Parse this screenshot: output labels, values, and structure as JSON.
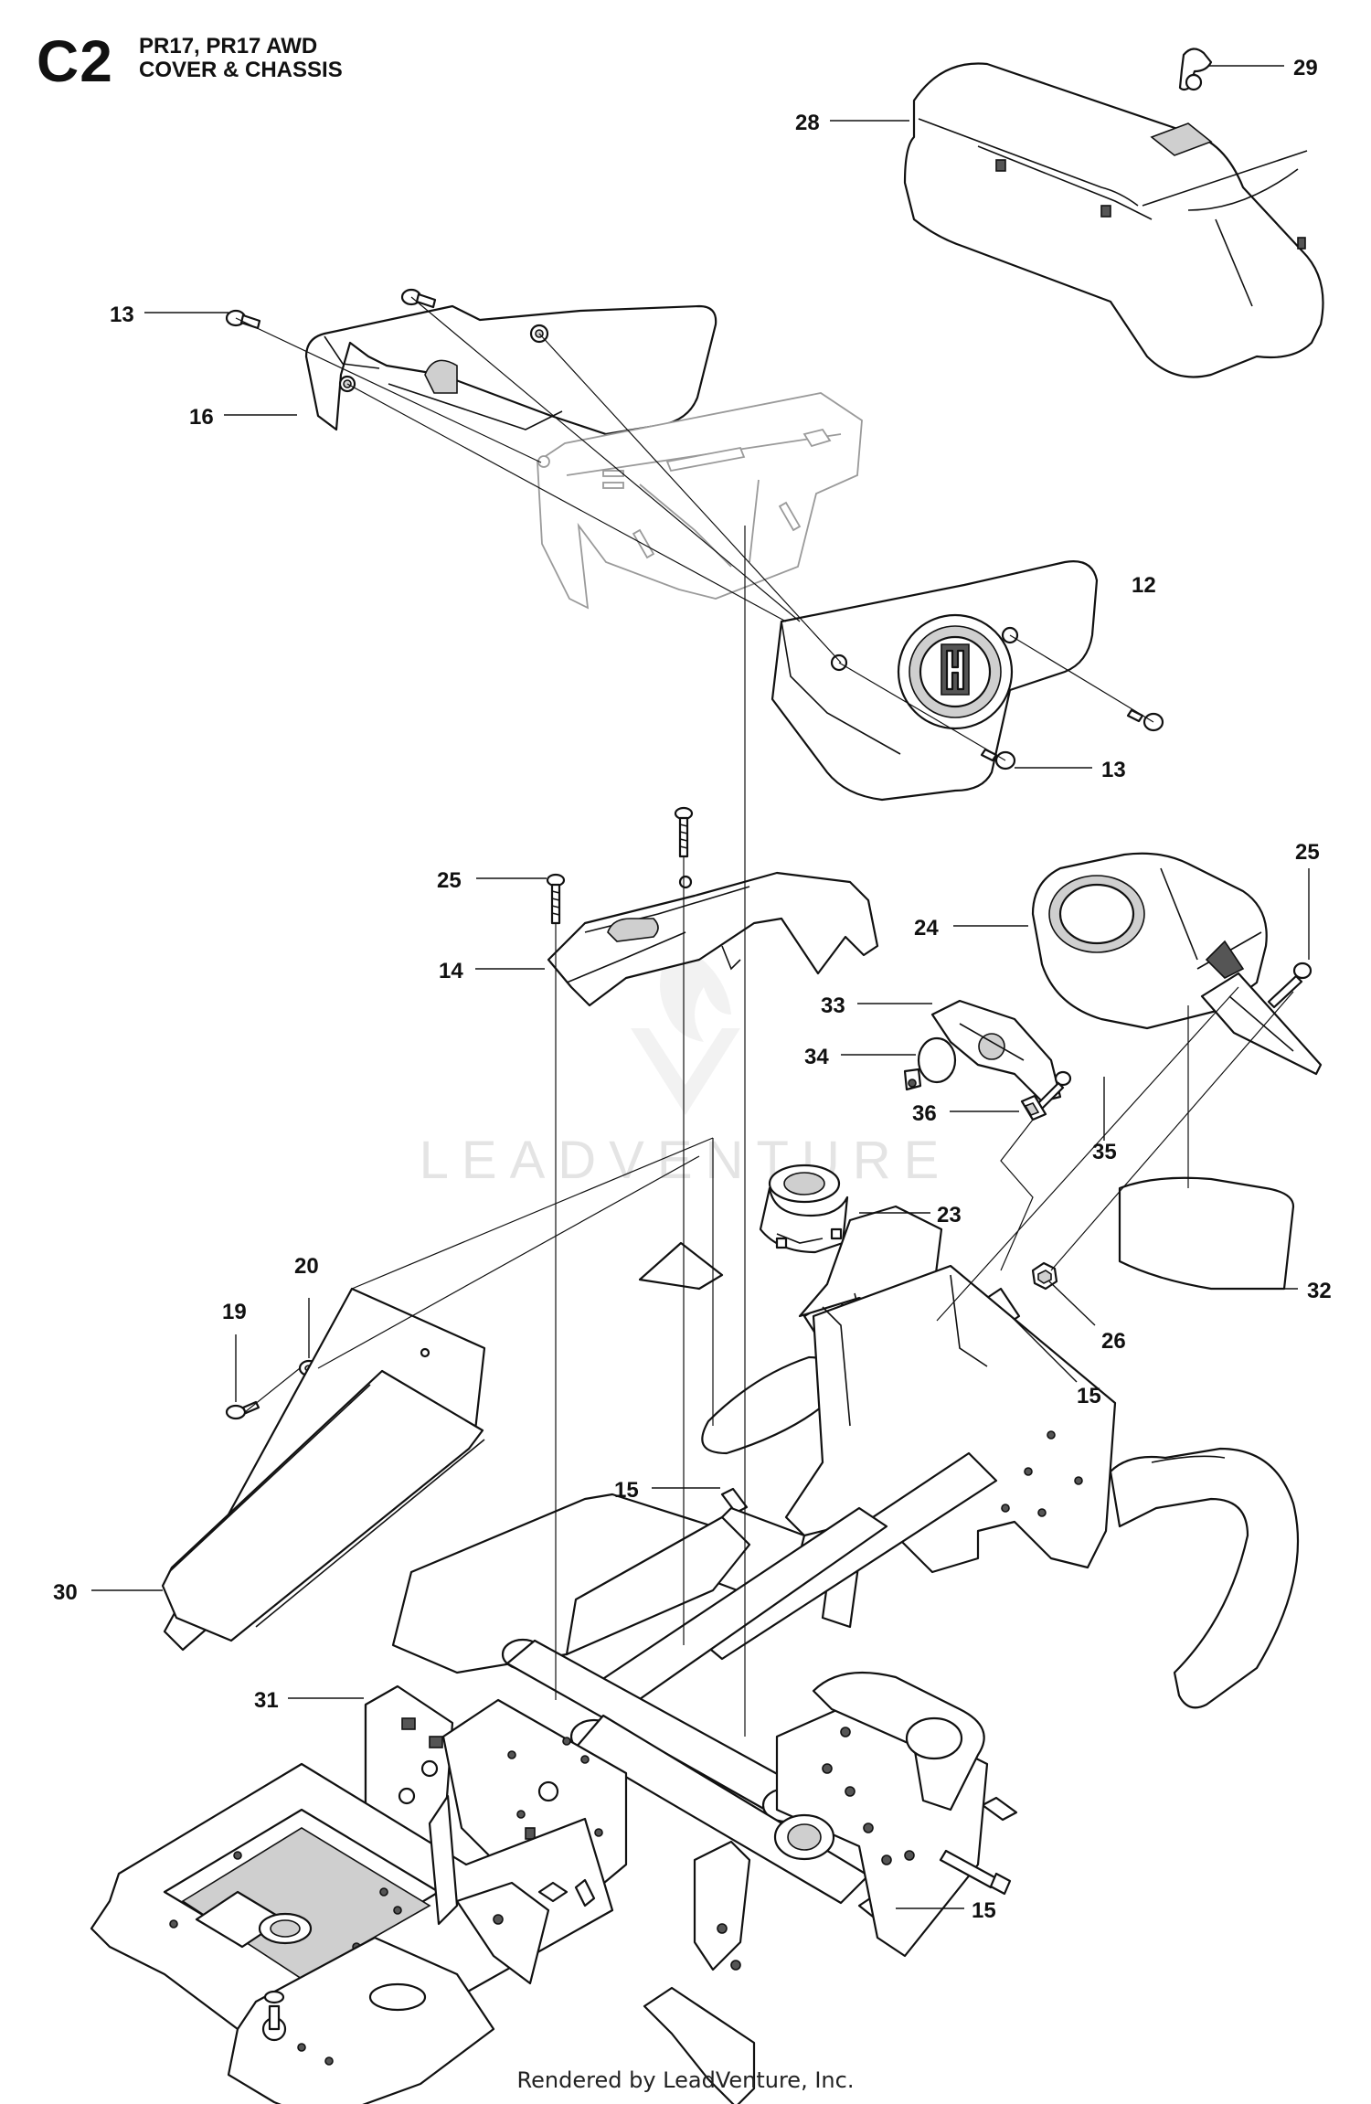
{
  "header": {
    "code": "C2",
    "model": "PR17, PR17 AWD",
    "section": "COVER & CHASSIS"
  },
  "watermark": {
    "text": "LEADVENTURE"
  },
  "footer": {
    "text": "Rendered by LeadVenture, Inc."
  },
  "callouts": {
    "c29": "29",
    "c28": "28",
    "c13a": "13",
    "c16": "16",
    "c12": "12",
    "c13b": "13",
    "c25a": "25",
    "c25b": "25",
    "c14": "14",
    "c24": "24",
    "c33": "33",
    "c34": "34",
    "c35": "35",
    "c36": "36",
    "c23": "23",
    "c20": "20",
    "c19": "19",
    "c32": "32",
    "c26": "26",
    "c15a": "15",
    "c15b": "15",
    "c30": "30",
    "c31": "31",
    "c15c": "15"
  }
}
